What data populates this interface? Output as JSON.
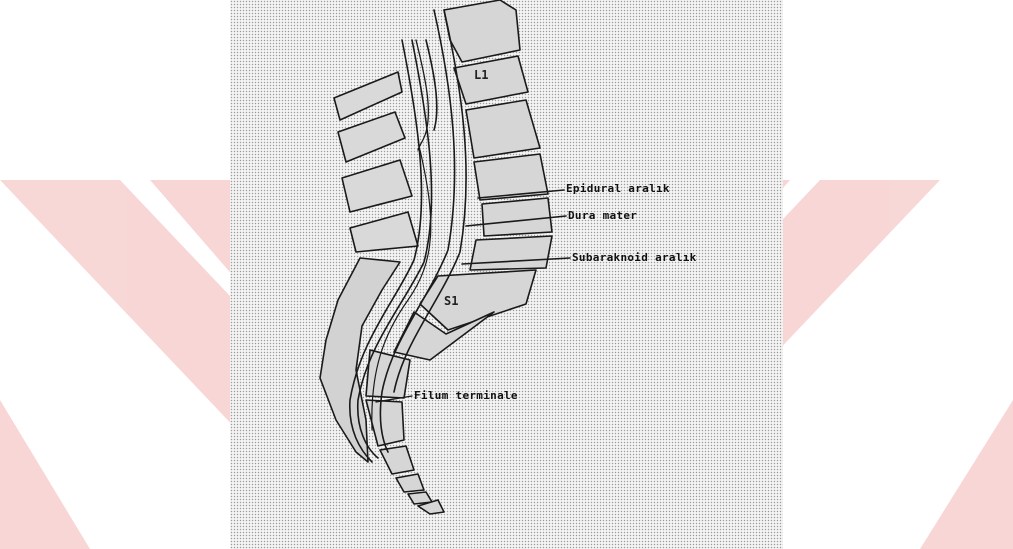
{
  "colors": {
    "watermark": "#f2c4c4",
    "line": "#1a1a1a",
    "paper": "#f4f4f4"
  },
  "diagram": {
    "vertebra_labels": {
      "top": "L1",
      "bottom": "S1"
    },
    "callouts": [
      {
        "id": "epidural",
        "text": "Epidural aralık"
      },
      {
        "id": "dura",
        "text": "Dura mater"
      },
      {
        "id": "subarachnoid",
        "text": "Subaraknoid aralık"
      },
      {
        "id": "filum",
        "text": "Filum terminale"
      }
    ]
  }
}
